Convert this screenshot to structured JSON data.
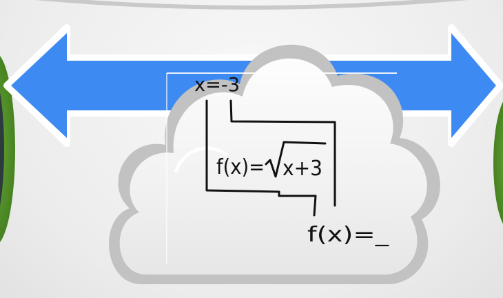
{
  "diagram": {
    "input_label": "x=-3",
    "function_label": "f(x)=",
    "radicand": "x+3",
    "output_label": "f(x)=_"
  },
  "colors": {
    "arrow": "#3d8af2",
    "green_device": "#4f8f25",
    "cloud_outline": "#b9b9b9",
    "ink": "#111111"
  },
  "icons": {
    "double_arrow": "double-arrow-icon",
    "cloud": "cloud-icon",
    "devices": "green-device-icon"
  }
}
